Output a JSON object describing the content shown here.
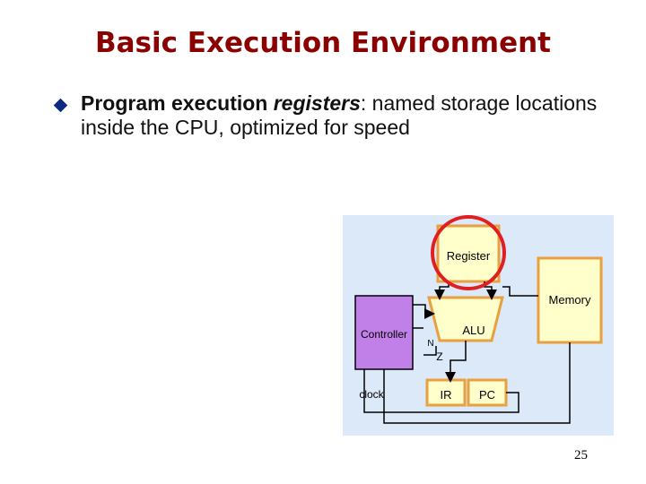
{
  "slide": {
    "title": "Basic Execution Environment",
    "bullet_lead": "Program execution ",
    "bullet_em": "registers",
    "bullet_rest": ": named storage locations inside the CPU, optimized for speed",
    "page_number": "25"
  },
  "diagram": {
    "labels": {
      "register": "Register",
      "memory": "Memory",
      "alu": "ALU",
      "controller": "Controller",
      "flags": "N",
      "zero": "Z",
      "clock": "clock",
      "ir": "IR",
      "pc": "PC"
    },
    "colors": {
      "background": "#dce9f8",
      "block_fill": "#ffffcc",
      "block_border": "#e8a040",
      "controller_fill": "#c080e8",
      "highlight_ring": "#e02020"
    }
  }
}
